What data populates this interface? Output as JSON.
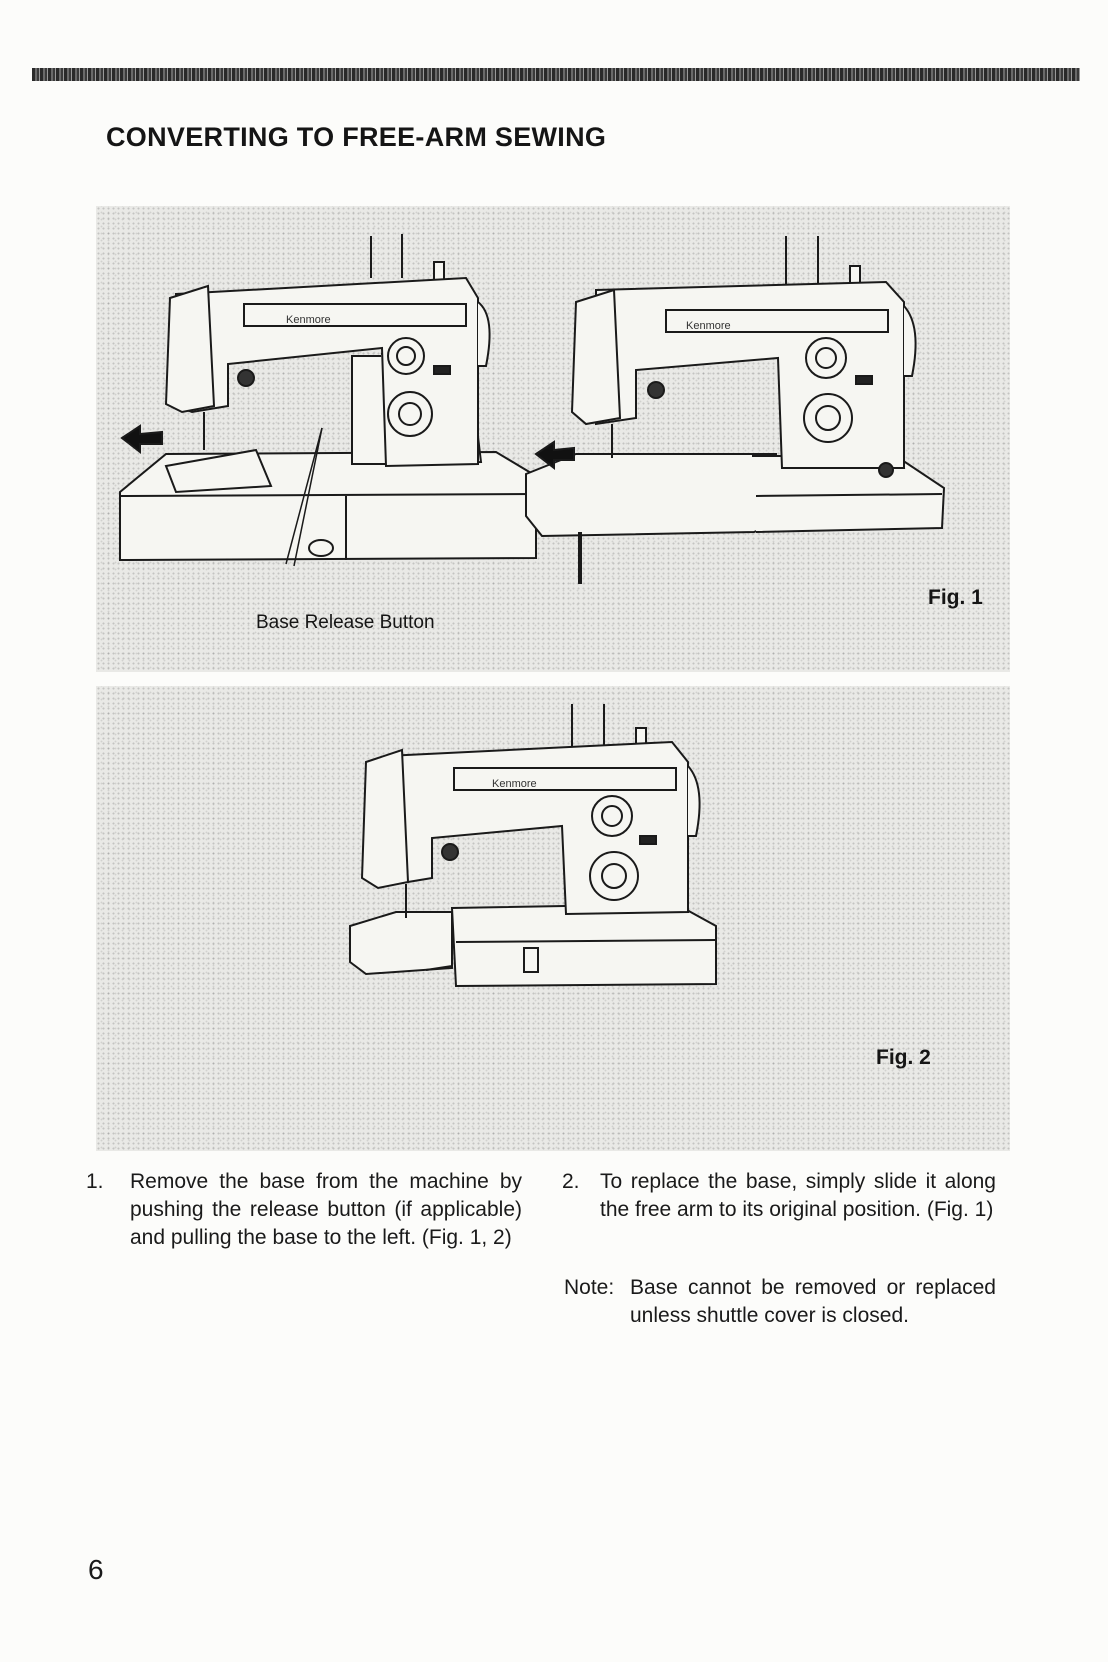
{
  "page": {
    "title": "CONVERTING TO FREE-ARM SEWING",
    "page_number": "6"
  },
  "figure1": {
    "label": "Fig. 1",
    "callout": "Base Release Button",
    "brand_left": "Kenmore",
    "brand_right": "Kenmore"
  },
  "figure2": {
    "label": "Fig. 2",
    "brand": "Kenmore"
  },
  "instructions": {
    "step1_number": "1.",
    "step1_text": "Remove the base from the machine by pushing the release button (if applicable) and pulling the base to the left. (Fig. 1, 2)",
    "step2_number": "2.",
    "step2_text": "To replace the base, simply slide it along the free arm to its original position. (Fig. 1)",
    "note_label": "Note:",
    "note_text": "Base cannot be removed or replaced unless shuttle cover is closed."
  }
}
